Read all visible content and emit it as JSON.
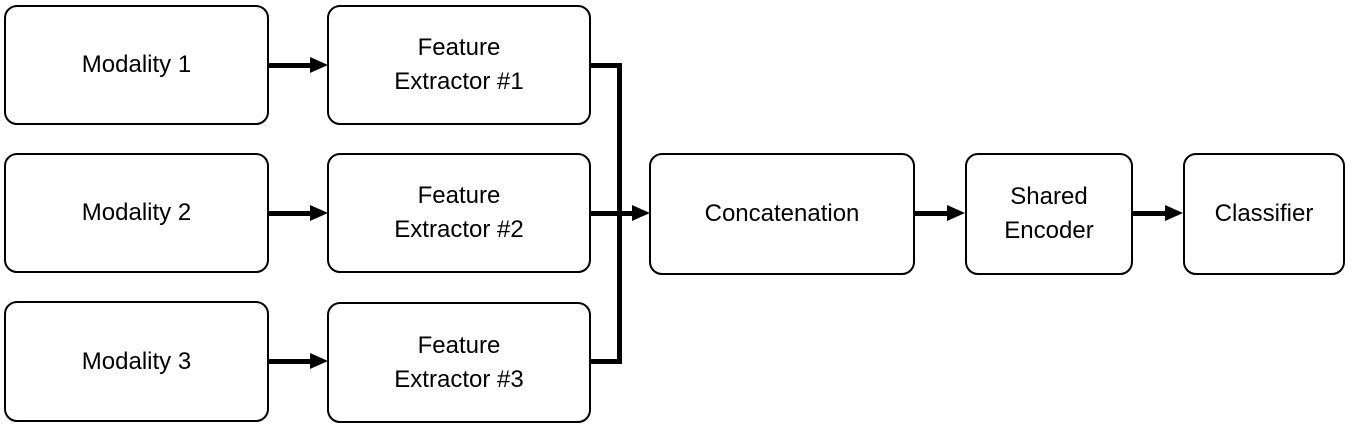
{
  "diagram": {
    "colors": {
      "background": "#ffffff",
      "node_fill": "#ffffff",
      "stroke": "#000000",
      "text": "#000000"
    },
    "nodes": {
      "modality1": {
        "label": "Modality 1"
      },
      "modality2": {
        "label": "Modality 2"
      },
      "modality3": {
        "label": "Modality 3"
      },
      "extractor1": {
        "label": "Feature\nExtractor #1"
      },
      "extractor2": {
        "label": "Feature\nExtractor #2"
      },
      "extractor3": {
        "label": "Feature\nExtractor #3"
      },
      "concatenation": {
        "label": "Concatenation"
      },
      "shared_encoder": {
        "label": "Shared\nEncoder"
      },
      "classifier": {
        "label": "Classifier"
      }
    },
    "edges": [
      {
        "from": "Modality 1",
        "to": "Feature Extractor #1",
        "style": "arrow"
      },
      {
        "from": "Modality 2",
        "to": "Feature Extractor #2",
        "style": "arrow"
      },
      {
        "from": "Modality 3",
        "to": "Feature Extractor #3",
        "style": "arrow"
      },
      {
        "from": "Feature Extractor #1",
        "to": "Concatenation",
        "style": "merge-line"
      },
      {
        "from": "Feature Extractor #2",
        "to": "Concatenation",
        "style": "merge-arrow"
      },
      {
        "from": "Feature Extractor #3",
        "to": "Concatenation",
        "style": "merge-line"
      },
      {
        "from": "Concatenation",
        "to": "Shared Encoder",
        "style": "arrow"
      },
      {
        "from": "Shared Encoder",
        "to": "Classifier",
        "style": "arrow"
      }
    ]
  }
}
